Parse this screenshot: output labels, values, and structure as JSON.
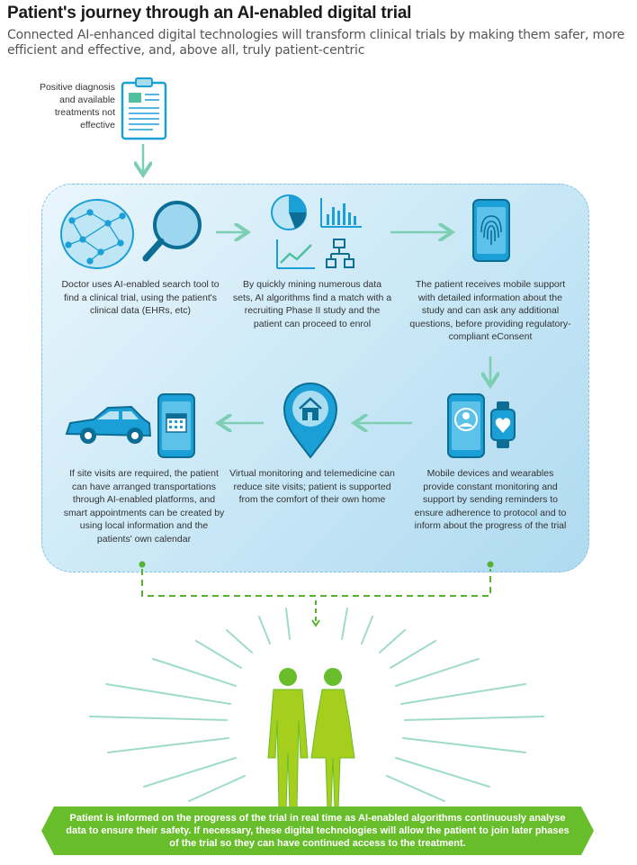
{
  "header": {
    "title": "Patient's journey through an AI-enabled digital trial",
    "subtitle": "Connected AI-enhanced digital technologies will transform clinical trials by making them safer, more efficient and effective, and, above all, truly patient-centric"
  },
  "start": {
    "label": "Positive diagnosis and available treatments not effective",
    "icon": "clipboard-icon"
  },
  "steps": [
    {
      "text": "Doctor uses AI-enabled search tool to find a clinical trial, using the patient's clinical data (EHRs, etc)",
      "icon": "brain-magnifier-icon"
    },
    {
      "text": "By quickly mining numerous data sets, AI algorithms find a match with a recruiting Phase II study and the patient can proceed to enrol",
      "icon": "data-charts-icon"
    },
    {
      "text": "The patient receives mobile support with detailed information about the study and can ask any additional questions, before providing regulatory-compliant eConsent",
      "icon": "phone-fingerprint-icon"
    },
    {
      "text": "Mobile devices and wearables provide constant monitoring and support by sending reminders to ensure adherence to protocol and to inform about the progress of the trial",
      "icon": "phone-smartwatch-icon"
    },
    {
      "text": "Virtual monitoring and telemedicine can reduce site visits; patient is supported from the comfort of their own home",
      "icon": "home-location-pin-icon"
    },
    {
      "text": "If site visits are required, the patient can have arranged transportations through AI-enabled platforms, and smart appointments can be created by using local information and the patients' own calendar",
      "icon": "car-calendar-icon"
    }
  ],
  "outcome": {
    "text": "Patient is informed on the progress of the trial in real time as AI-enabled algorithms continuously analyse data to ensure their safety. If necessary, these digital technologies will allow the patient to join later phases of the trial so they can have continued access to the treatment.",
    "icon": "patients-icon"
  },
  "colors": {
    "arrow": "#7ccfb3",
    "icon_blue": "#1a9fd6",
    "icon_dark": "#0c6d95",
    "green": "#67bd2a",
    "lime": "#a6cf1d",
    "dash": "#55b32e"
  }
}
